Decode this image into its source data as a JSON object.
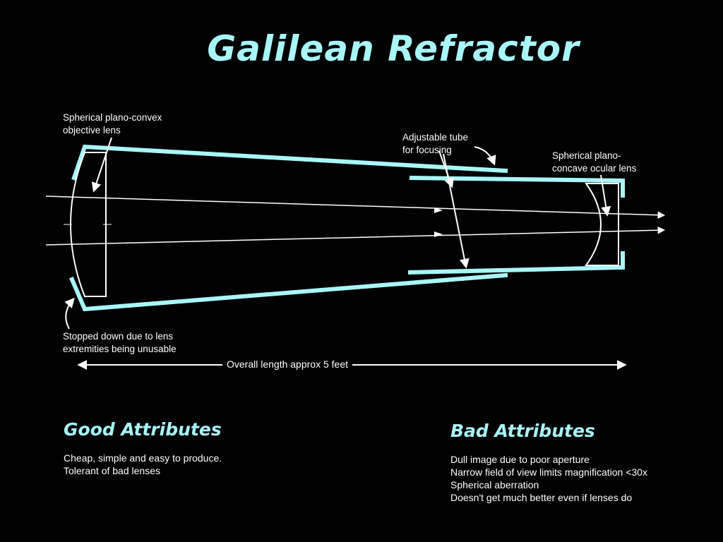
{
  "title": "Galilean Refractor",
  "labels": {
    "objective": [
      "Spherical plano-convex",
      "objective lens"
    ],
    "tube": [
      "Adjustable tube",
      "for focusing"
    ],
    "ocular": [
      "Spherical plano-",
      "concave ocular lens"
    ],
    "stopped": [
      "Stopped down due to lens",
      "extremities being unusable"
    ],
    "length": "Overall length approx 5 feet"
  },
  "good": {
    "heading": "Good Attributes",
    "items": [
      "Cheap, simple and easy to produce.",
      "Tolerant of bad lenses"
    ]
  },
  "bad": {
    "heading": "Bad Attributes",
    "items": [
      "Dull image due to poor aperture",
      "Narrow field of view limits magnification <30x",
      "Spherical aberration",
      "Doesn't get much better even if lenses do"
    ]
  },
  "colors": {
    "accent": "#a9f6f8",
    "tube": "#a9f6f8",
    "background": "#000000",
    "line": "#ffffff"
  }
}
